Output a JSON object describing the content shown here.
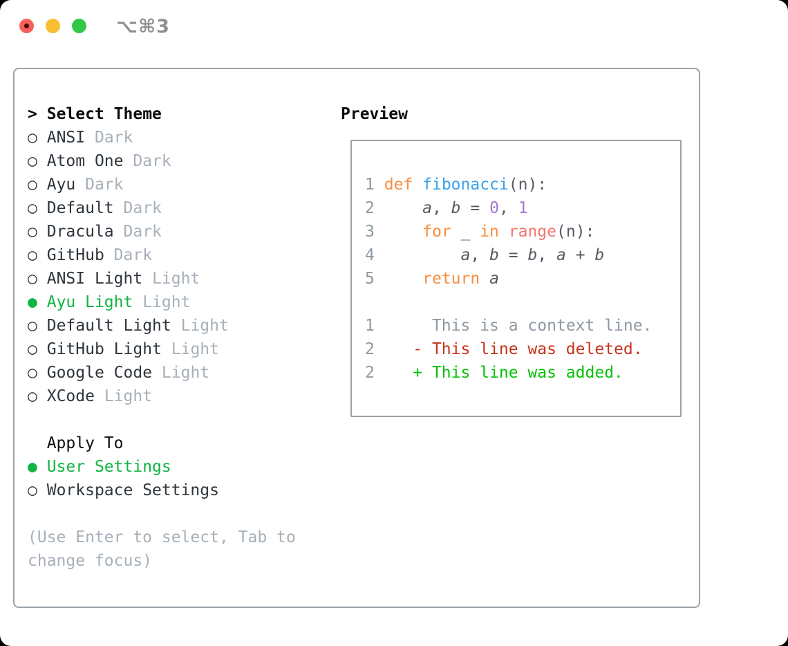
{
  "window": {
    "title": "⌥⌘3",
    "traffic_lights": [
      "close",
      "minimize",
      "zoom"
    ]
  },
  "colors": {
    "tl_red": "#f7605a",
    "tl_red_dot": "#431008",
    "tl_yellow": "#f8bd30",
    "tl_green": "#31c748",
    "title_gray": "#8c8e92",
    "border": "#9aa1a8",
    "text_primary": "#2e353c",
    "text_header": "#0b0d0f",
    "text_muted": "#a7b0b9",
    "selection_green": "#10b544",
    "lineno": "#8d98a2",
    "code": "#545b63",
    "keyword": "#f98d3e",
    "function": "#38a1e8",
    "builtin": "#f2766d",
    "number": "#a37acc",
    "context": "#8d98a2",
    "deleted": "#c6331a",
    "added": "#04c104"
  },
  "markers": {
    "header": ">",
    "selected": "●",
    "unselected": "○"
  },
  "theme_list": {
    "header": "Select Theme",
    "items": [
      {
        "name": "ANSI",
        "variant": "Dark",
        "selected": false
      },
      {
        "name": "Atom One",
        "variant": "Dark",
        "selected": false
      },
      {
        "name": "Ayu",
        "variant": "Dark",
        "selected": false
      },
      {
        "name": "Default",
        "variant": "Dark",
        "selected": false
      },
      {
        "name": "Dracula",
        "variant": "Dark",
        "selected": false
      },
      {
        "name": "GitHub",
        "variant": "Dark",
        "selected": false
      },
      {
        "name": "ANSI Light",
        "variant": "Light",
        "selected": false
      },
      {
        "name": "Ayu Light",
        "variant": "Light",
        "selected": true
      },
      {
        "name": "Default Light",
        "variant": "Light",
        "selected": false
      },
      {
        "name": "GitHub Light",
        "variant": "Light",
        "selected": false
      },
      {
        "name": "Google Code",
        "variant": "Light",
        "selected": false
      },
      {
        "name": "XCode",
        "variant": "Light",
        "selected": false
      }
    ]
  },
  "apply_to": {
    "header": "Apply To",
    "options": [
      {
        "label": "User Settings",
        "selected": true
      },
      {
        "label": "Workspace Settings",
        "selected": false
      }
    ]
  },
  "help_text": [
    "(Use Enter to select, Tab to",
    "change focus)"
  ],
  "preview": {
    "header": "Preview",
    "code_lines": [
      [
        {
          "t": "1",
          "c": "lineno"
        },
        {
          "t": " ",
          "c": "code"
        },
        {
          "t": "def",
          "c": "keyword"
        },
        {
          "t": " ",
          "c": "code"
        },
        {
          "t": "fibonacci",
          "c": "function"
        },
        {
          "t": "(n):",
          "c": "code"
        }
      ],
      [
        {
          "t": "2",
          "c": "lineno"
        },
        {
          "t": "     ",
          "c": "code"
        },
        {
          "t": "a",
          "c": "code",
          "i": true
        },
        {
          "t": ", ",
          "c": "code"
        },
        {
          "t": "b",
          "c": "code",
          "i": true
        },
        {
          "t": " = ",
          "c": "code"
        },
        {
          "t": "0",
          "c": "number"
        },
        {
          "t": ", ",
          "c": "code"
        },
        {
          "t": "1",
          "c": "number"
        }
      ],
      [
        {
          "t": "3",
          "c": "lineno"
        },
        {
          "t": "     ",
          "c": "code"
        },
        {
          "t": "for",
          "c": "keyword"
        },
        {
          "t": " _ ",
          "c": "code"
        },
        {
          "t": "in",
          "c": "keyword"
        },
        {
          "t": " ",
          "c": "code"
        },
        {
          "t": "range",
          "c": "builtin"
        },
        {
          "t": "(n):",
          "c": "code"
        }
      ],
      [
        {
          "t": "4",
          "c": "lineno"
        },
        {
          "t": "         ",
          "c": "code"
        },
        {
          "t": "a",
          "c": "code",
          "i": true
        },
        {
          "t": ", ",
          "c": "code"
        },
        {
          "t": "b",
          "c": "code",
          "i": true
        },
        {
          "t": " = ",
          "c": "code"
        },
        {
          "t": "b",
          "c": "code",
          "i": true
        },
        {
          "t": ", ",
          "c": "code"
        },
        {
          "t": "a",
          "c": "code",
          "i": true
        },
        {
          "t": " + ",
          "c": "code"
        },
        {
          "t": "b",
          "c": "code",
          "i": true
        }
      ],
      [
        {
          "t": "5",
          "c": "lineno"
        },
        {
          "t": "     ",
          "c": "code"
        },
        {
          "t": "return",
          "c": "keyword"
        },
        {
          "t": " ",
          "c": "code"
        },
        {
          "t": "a",
          "c": "code",
          "i": true
        }
      ],
      [],
      [
        {
          "t": "1",
          "c": "lineno"
        },
        {
          "t": "      ",
          "c": "code"
        },
        {
          "t": "This is a context line.",
          "c": "context"
        }
      ],
      [
        {
          "t": "2",
          "c": "lineno"
        },
        {
          "t": "    ",
          "c": "code"
        },
        {
          "t": "- This line was deleted.",
          "c": "deleted"
        }
      ],
      [
        {
          "t": "2",
          "c": "lineno"
        },
        {
          "t": "    ",
          "c": "code"
        },
        {
          "t": "+ This line was added.",
          "c": "added"
        }
      ]
    ]
  }
}
